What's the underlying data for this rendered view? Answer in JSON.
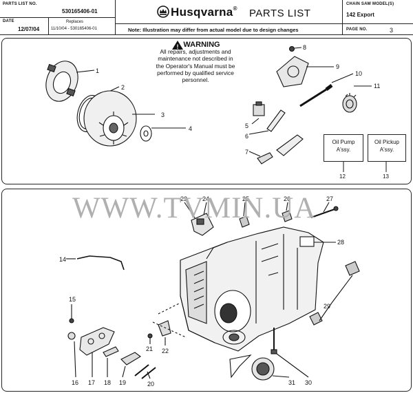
{
  "header": {
    "parts_list_no_label": "PARTS LIST NO.",
    "parts_list_no": "530165406-01",
    "date_label": "DATE",
    "date": "12/07/04",
    "replaces_label": "Replaces",
    "replaces": "11/10/04  -  530165406-01",
    "brand": "Husqvarna",
    "title": "PARTS LIST",
    "note": "Note: Illustration may differ from actual model due to design changes",
    "model_label": "CHAIN SAW MODEL(S)",
    "model": "142 Export",
    "page_label": "PAGE    NO.",
    "page_no": "3"
  },
  "warning": {
    "title": "WARNING",
    "lines": [
      "All repairs, adjustments and",
      "maintenance not described in",
      "the Operator's Manual must be",
      "performed by qualified service",
      "personnel."
    ]
  },
  "ref_boxes": [
    {
      "line1": "Oil Pump",
      "line2": "A'ssy.",
      "num": "12"
    },
    {
      "line1": "Oil  Pickup",
      "line2": "A'ssy.",
      "num": "13"
    }
  ],
  "watermark": "WWW.TVMIN.UA",
  "callouts_top": [
    "1",
    "2",
    "3",
    "4",
    "5",
    "6",
    "7",
    "8",
    "9",
    "10",
    "11"
  ],
  "callouts_bottom": [
    "14",
    "15",
    "16",
    "17",
    "18",
    "19",
    "20",
    "21",
    "22",
    "23",
    "24",
    "25",
    "26",
    "27",
    "28",
    "29",
    "30",
    "31"
  ]
}
